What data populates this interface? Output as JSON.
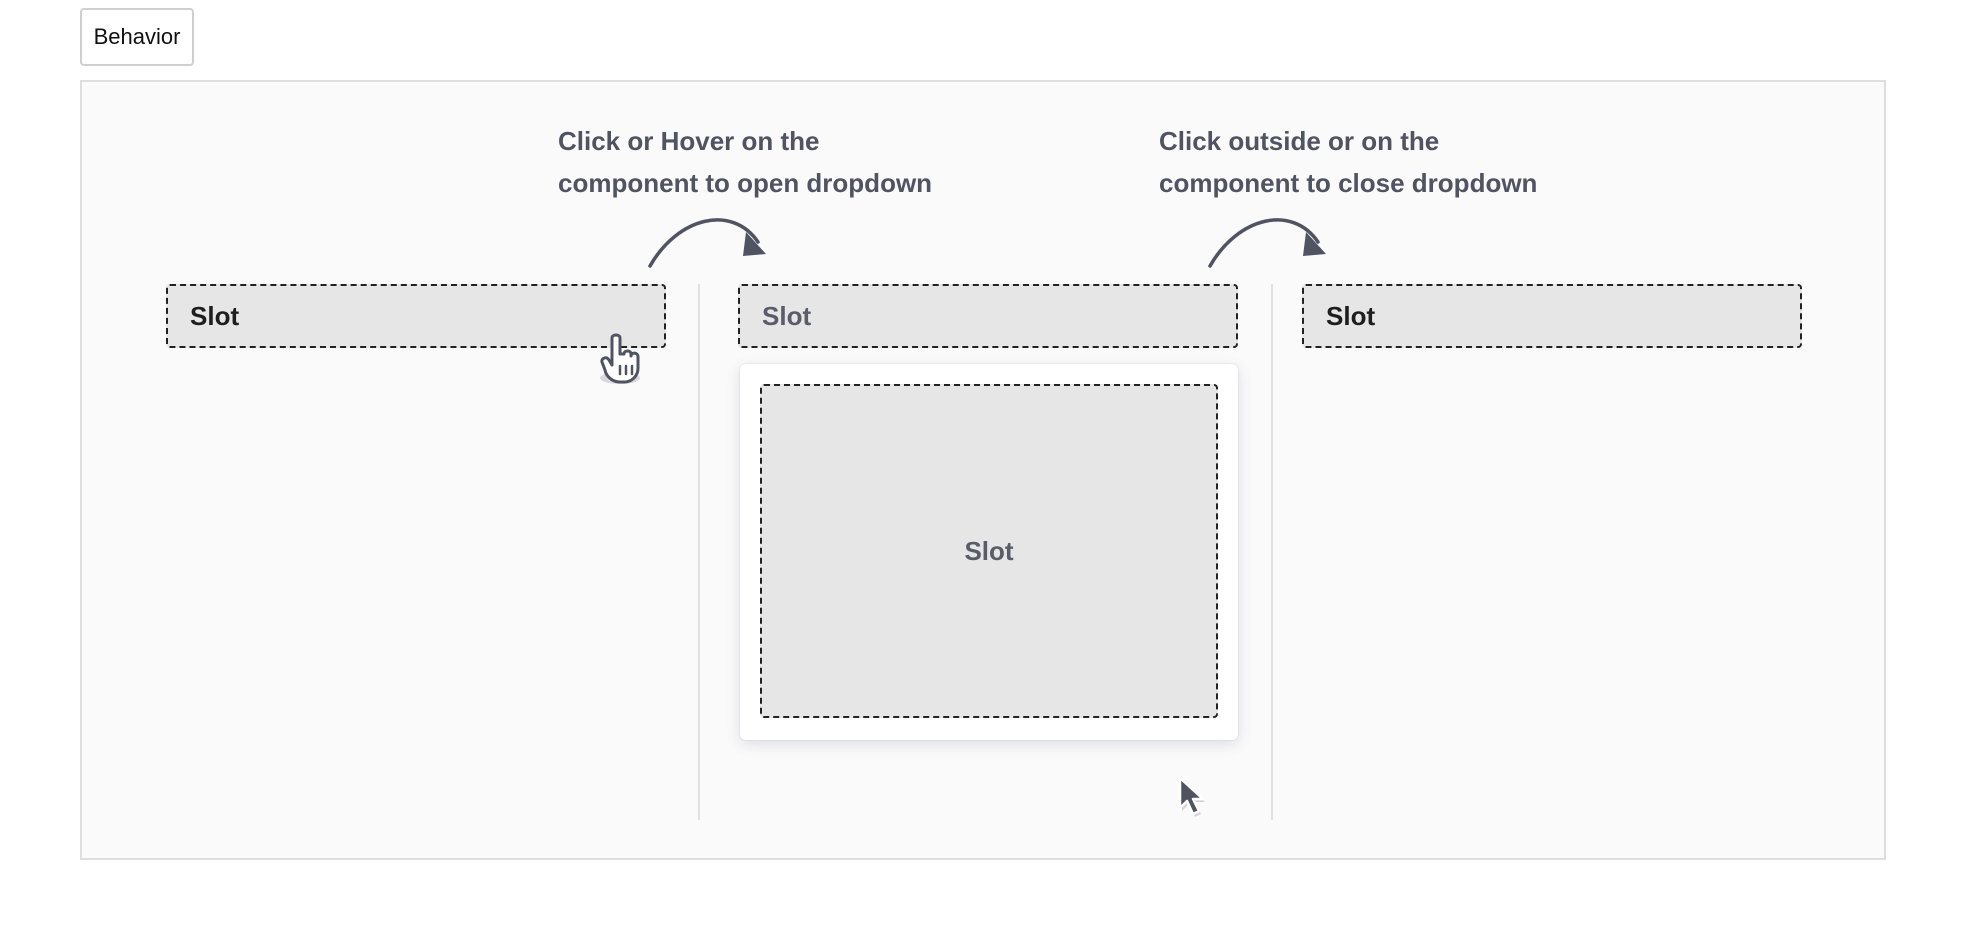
{
  "tab": {
    "label": "Behavior"
  },
  "captions": {
    "open_line1": "Click or Hover on the",
    "open_line2": "component to open dropdown",
    "close_line1": "Click outside or on the",
    "close_line2": "component to close dropdown"
  },
  "slots": {
    "trigger_closed": "Slot",
    "trigger_open": "Slot",
    "trigger_closed_again": "Slot",
    "dropdown_content": "Slot"
  },
  "colors": {
    "text_dark": "#1e1e1e",
    "text_muted": "#505361",
    "slot_fill": "#e6e6e6",
    "canvas_bg": "#fafafa",
    "arrow": "#505361"
  },
  "icons": {
    "hand_cursor": "hand-pointer-icon",
    "arrow_cursor": "mouse-pointer-icon",
    "curved_arrow": "curved-arrow-icon"
  }
}
